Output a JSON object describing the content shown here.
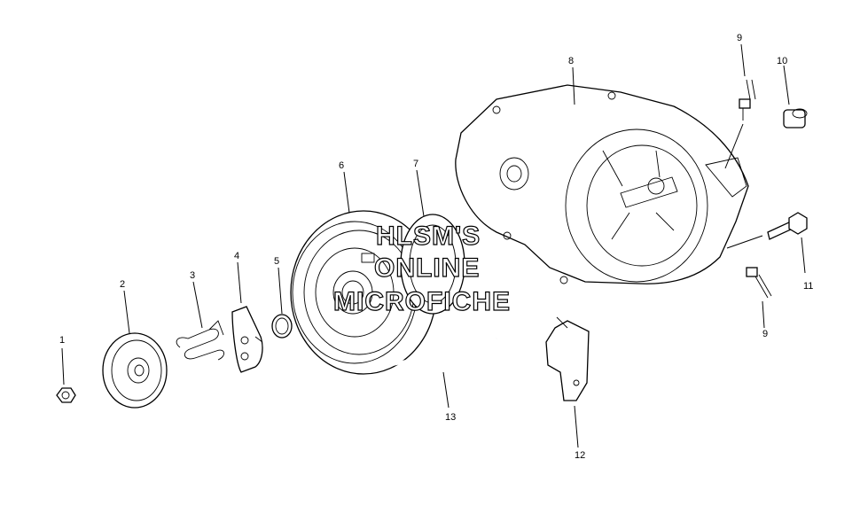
{
  "watermark": {
    "line1": "HLSM'S",
    "line2": "ONLINE",
    "line3": "MICROFICHE"
  },
  "callouts": {
    "c1": "1",
    "c2": "2",
    "c3": "3",
    "c4": "4",
    "c5": "5",
    "c6": "6",
    "c7": "7",
    "c8": "8",
    "c9a": "9",
    "c9b": "9",
    "c10": "10",
    "c11": "11",
    "c12": "12",
    "c13": "13"
  }
}
